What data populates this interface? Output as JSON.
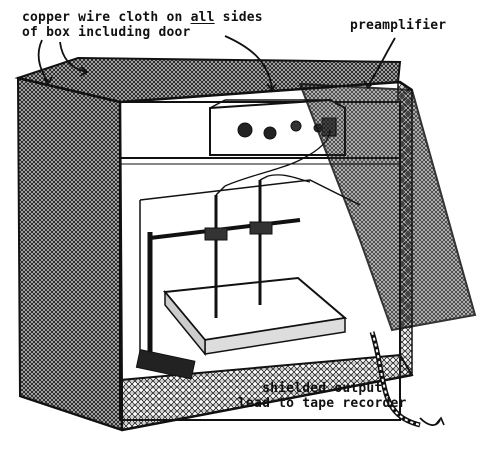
{
  "labels": {
    "copper_line1_pre": "copper wire cloth on ",
    "copper_line1_emph": "all",
    "copper_line1_post": " sides",
    "copper_line2": "of box including door",
    "preamplifier": "preamplifier",
    "output_line1": "shielded output",
    "output_line2": "lead to tape recorder"
  },
  "colors": {
    "ink": "#111111",
    "paper": "#ffffff"
  }
}
